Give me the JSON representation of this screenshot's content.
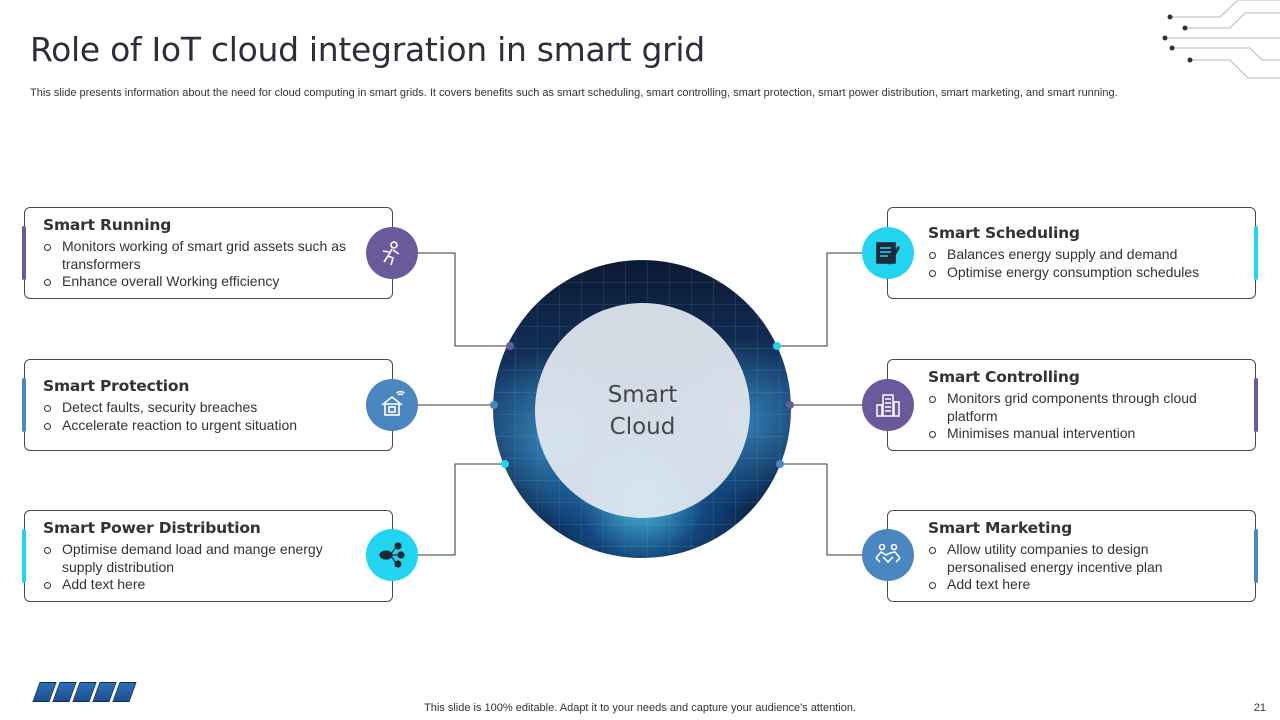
{
  "slide": {
    "title": "Role of IoT cloud integration in smart grid",
    "subtitle": "This slide presents information about the need for cloud computing in smart grids. It covers benefits such as smart scheduling, smart controlling, smart protection, smart power distribution, smart marketing, and smart running.",
    "footer": "This slide is 100% editable. Adapt it to your needs and capture your audience's attention.",
    "page_number": "21"
  },
  "hub": {
    "line1": "Smart",
    "line2": "Cloud"
  },
  "colors": {
    "purple": "#6a5a9c",
    "steel_blue": "#4a86c0",
    "cyan": "#22d4ee",
    "border": "#4a4a4a"
  },
  "cards": {
    "running": {
      "title": "Smart Running",
      "points": [
        "Monitors working of smart grid assets such as transformers",
        "Enhance overall Working efficiency"
      ],
      "icon": "robot-runner-icon",
      "color": "#6a5a9c"
    },
    "protection": {
      "title": "Smart Protection",
      "points": [
        "Detect faults, security breaches",
        "Accelerate reaction to urgent situation"
      ],
      "icon": "smart-home-icon",
      "color": "#4a86c0"
    },
    "distribution": {
      "title": "Smart Power Distribution",
      "points": [
        "Optimise demand load and mange energy supply distribution",
        "Add text here"
      ],
      "icon": "network-cloud-icon",
      "color": "#22d4ee"
    },
    "scheduling": {
      "title": "Smart Scheduling",
      "points": [
        "Balances energy supply and demand",
        "Optimise energy consumption schedules"
      ],
      "icon": "schedule-checklist-icon",
      "color": "#22d4ee"
    },
    "controlling": {
      "title": "Smart Controlling",
      "points": [
        "Monitors grid components through cloud platform",
        "Minimises manual intervention"
      ],
      "icon": "smart-building-icon",
      "color": "#6a5a9c"
    },
    "marketing": {
      "title": "Smart Marketing",
      "points": [
        "Allow utility companies to design personalised energy incentive plan",
        "Add text here"
      ],
      "icon": "handshake-icon",
      "color": "#4a86c0"
    }
  }
}
